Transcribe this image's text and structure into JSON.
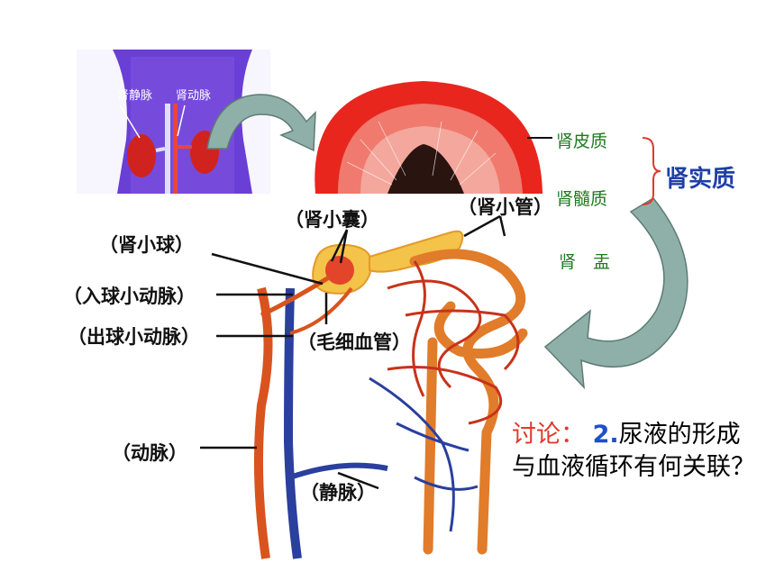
{
  "top_left_photo": {
    "labels": {
      "renal_vein": "肾静脉",
      "renal_artery": "肾动脉"
    }
  },
  "kidney_section": {
    "labels": {
      "cortex": "肾皮质",
      "medulla": "肾髓质",
      "pelvis": "肾　盂",
      "parenchyma": "肾实质"
    }
  },
  "nephron": {
    "labels": {
      "capsule": "（肾小囊）",
      "tubule": "（肾小管）",
      "glomerulus": "（肾小球）",
      "afferent": "（入球小动脉）",
      "efferent": "（出球小动脉）",
      "capillary": "（毛细血管）",
      "artery": "（动脉）",
      "vein": "（静脉）"
    }
  },
  "discussion": {
    "prefix": "讨论：",
    "number": "2.",
    "question": "尿液的形成与血液循环有何关联？"
  },
  "colors": {
    "photo_bg": "#6a3fd6",
    "kidney_red": "#e8261e",
    "artery": "#d9531e",
    "vein": "#2a3f9e",
    "capsule": "#f4c34a",
    "arrow": "#8fb0a8",
    "cortex_label": "#1d7a1d",
    "parenchyma_label": "#1f3fa8",
    "discussion_prefix": "#e0392b"
  }
}
